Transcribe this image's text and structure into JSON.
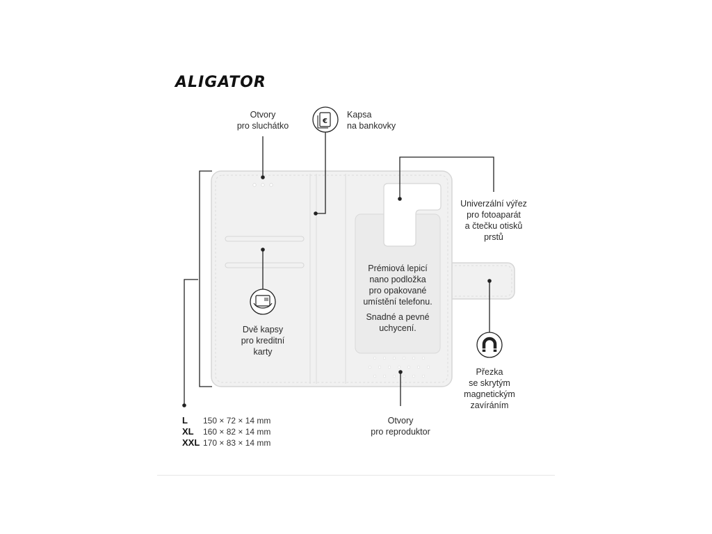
{
  "brand": {
    "logo_text": "ALIGATOR"
  },
  "labels": {
    "earpiece": [
      "Otvory",
      "pro sluchátko"
    ],
    "banknote": [
      "Kapsa",
      "na bankovky"
    ],
    "camera": [
      "Univerzální výřez",
      "pro fotoaparát",
      "a čtečku otisků",
      "prstů"
    ],
    "pad": [
      "Prémiová lepicí",
      "nano podložka",
      "pro opakované",
      "umístění telefonu."
    ],
    "pad_extra": [
      "Snadné a pevné",
      "uchycení."
    ],
    "cards": [
      "Dvě kapsy",
      "pro kreditní",
      "karty"
    ],
    "clasp": [
      "Přezka",
      "se skrytým",
      "magnetickým",
      "zavíráním"
    ],
    "speaker": [
      "Otvory",
      "pro reproduktor"
    ]
  },
  "sizes": [
    {
      "key": "L",
      "value": "150 × 72 × 14 mm"
    },
    {
      "key": "XL",
      "value": "160 × 82 × 14 mm"
    },
    {
      "key": "XXL",
      "value": "170 × 83 × 14 mm"
    }
  ],
  "icons": {
    "banknote": "euro-banknote-icon",
    "cards": "credit-card-pocket-icon",
    "clasp": "magnet-icon"
  },
  "colors": {
    "case_fill": "#f1f1f1",
    "case_stroke": "#d6d6d6",
    "line": "#222222"
  }
}
